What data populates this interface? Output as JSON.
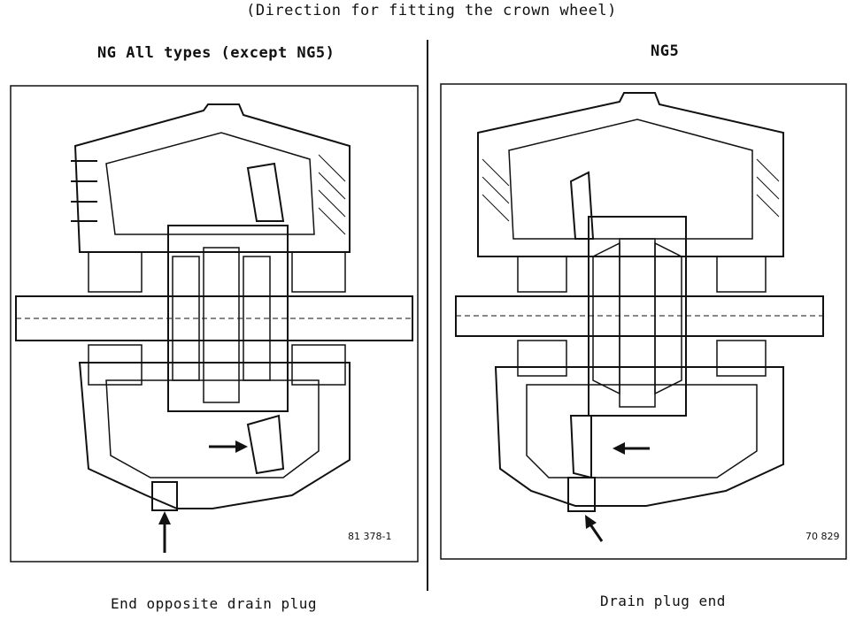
{
  "caption": "(Direction for fitting the crown wheel)",
  "left_panel": {
    "title": "NG All types (except NG5)",
    "ref": "81 378-1",
    "footer": "End opposite drain plug"
  },
  "right_panel": {
    "title": "NG5",
    "ref": "70 829",
    "footer": "Drain plug end"
  }
}
